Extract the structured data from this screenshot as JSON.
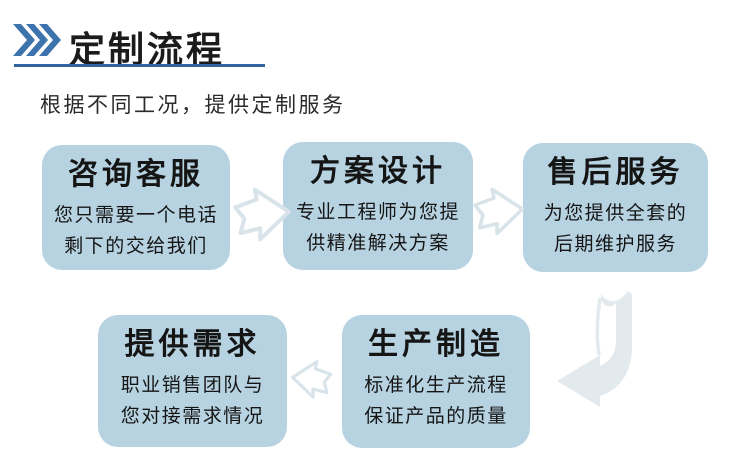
{
  "header": {
    "title": "定制流程",
    "subtitle": "根据不同工况，提供定制服务"
  },
  "steps": [
    {
      "title": "咨询客服",
      "line1": "您只需要一个电话",
      "line2": "剩下的交给我们"
    },
    {
      "title": "方案设计",
      "line1": "专业工程师为您提",
      "line2": "供精准解决方案"
    },
    {
      "title": "售后服务",
      "line1": "为您提供全套的",
      "line2": "后期维护服务"
    },
    {
      "title": "提供需求",
      "line1": "职业销售团队与",
      "line2": "您对接需求情况"
    },
    {
      "title": "生产制造",
      "line1": "标准化生产流程",
      "line2": "保证产品的质量"
    }
  ],
  "colors": {
    "accent_blue": "#3c73ad",
    "underline_blue": "#33639c",
    "box_fill": "#b7d3e1",
    "arrow_outline": "#d9e4ea",
    "arrow_fill": "#ffffff",
    "ribbon_fill": "#e3eaee",
    "text_dark": "#1b1b1b"
  }
}
